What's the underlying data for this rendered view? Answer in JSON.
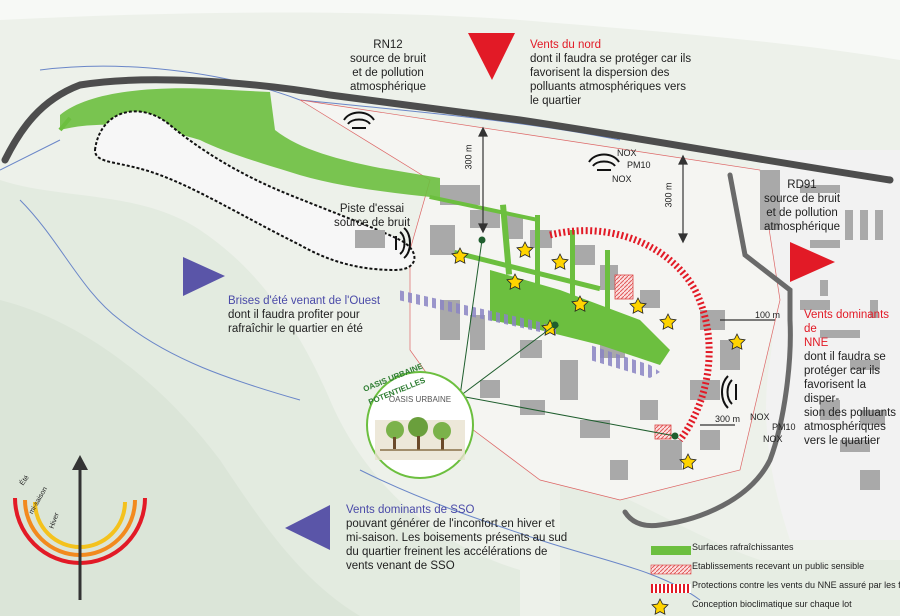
{
  "colors": {
    "accent_red": "#e21a26",
    "wind_blue": "#5a55a8",
    "green_surface": "#6cbf3f",
    "road": "#4d4d4d"
  },
  "labels": {
    "rn12": {
      "title": "RN12",
      "l1": "source de bruit",
      "l2": "et de pollution",
      "l3": "atmosphérique"
    },
    "north_wind": {
      "title": "Vents du nord",
      "l1": "dont il faudra se protéger car ils",
      "l2": "favorisent la dispersion des",
      "l3": "polluants atmosphériques vers",
      "l4": "le quartier"
    },
    "piste": {
      "l1": "Piste d'essai",
      "l2": "source de bruit"
    },
    "rd91": {
      "title": "RD91",
      "l1": "source de bruit",
      "l2": "et de pollution",
      "l3": "atmosphérique"
    },
    "west_wind": {
      "title": "Brises d'été venant de l'Ouest",
      "l1": "dont il faudra profiter pour",
      "l2": "rafraîchir le quartier en été"
    },
    "nne_wind": {
      "title1": "Vents dominants de",
      "title2": "NNE",
      "l1": "dont il faudra se",
      "l2": "protéger car ils",
      "l3": "favorisent la disper-",
      "l4": "sion des polluants",
      "l5": "atmosphériques",
      "l6": "vers le quartier"
    },
    "sso_wind": {
      "title": "Vents dominants de SSO",
      "l1": "pouvant générer de l'inconfort en hiver et",
      "l2": "mi-saison. Les boisements présents au sud",
      "l3": "du quartier freinent les accélérations de",
      "l4": "vents venant de SSO"
    },
    "oasis": {
      "ring": "OASIS URBAINE POTENTIELLES",
      "title": "OASIS URBAINE"
    },
    "pollutants": {
      "nox": "NOX",
      "pm10": "PM10"
    },
    "distances": {
      "d300": "300 m",
      "d100": "100 m"
    },
    "sun": {
      "ete": "Été",
      "mi_saison": "mi-saison",
      "hiver": "Hiver"
    }
  },
  "legend": [
    {
      "label": "Surfaces rafraîchissantes",
      "swatch": "green"
    },
    {
      "label": "Etablissements recevant un public sensible",
      "swatch": "pink-hatch"
    },
    {
      "label": "Protections contre les vents du NNE assuré par les formes bâties",
      "swatch": "red-stripes"
    },
    {
      "label": "Conception bioclimatique sur chaque lot",
      "swatch": "star"
    }
  ]
}
